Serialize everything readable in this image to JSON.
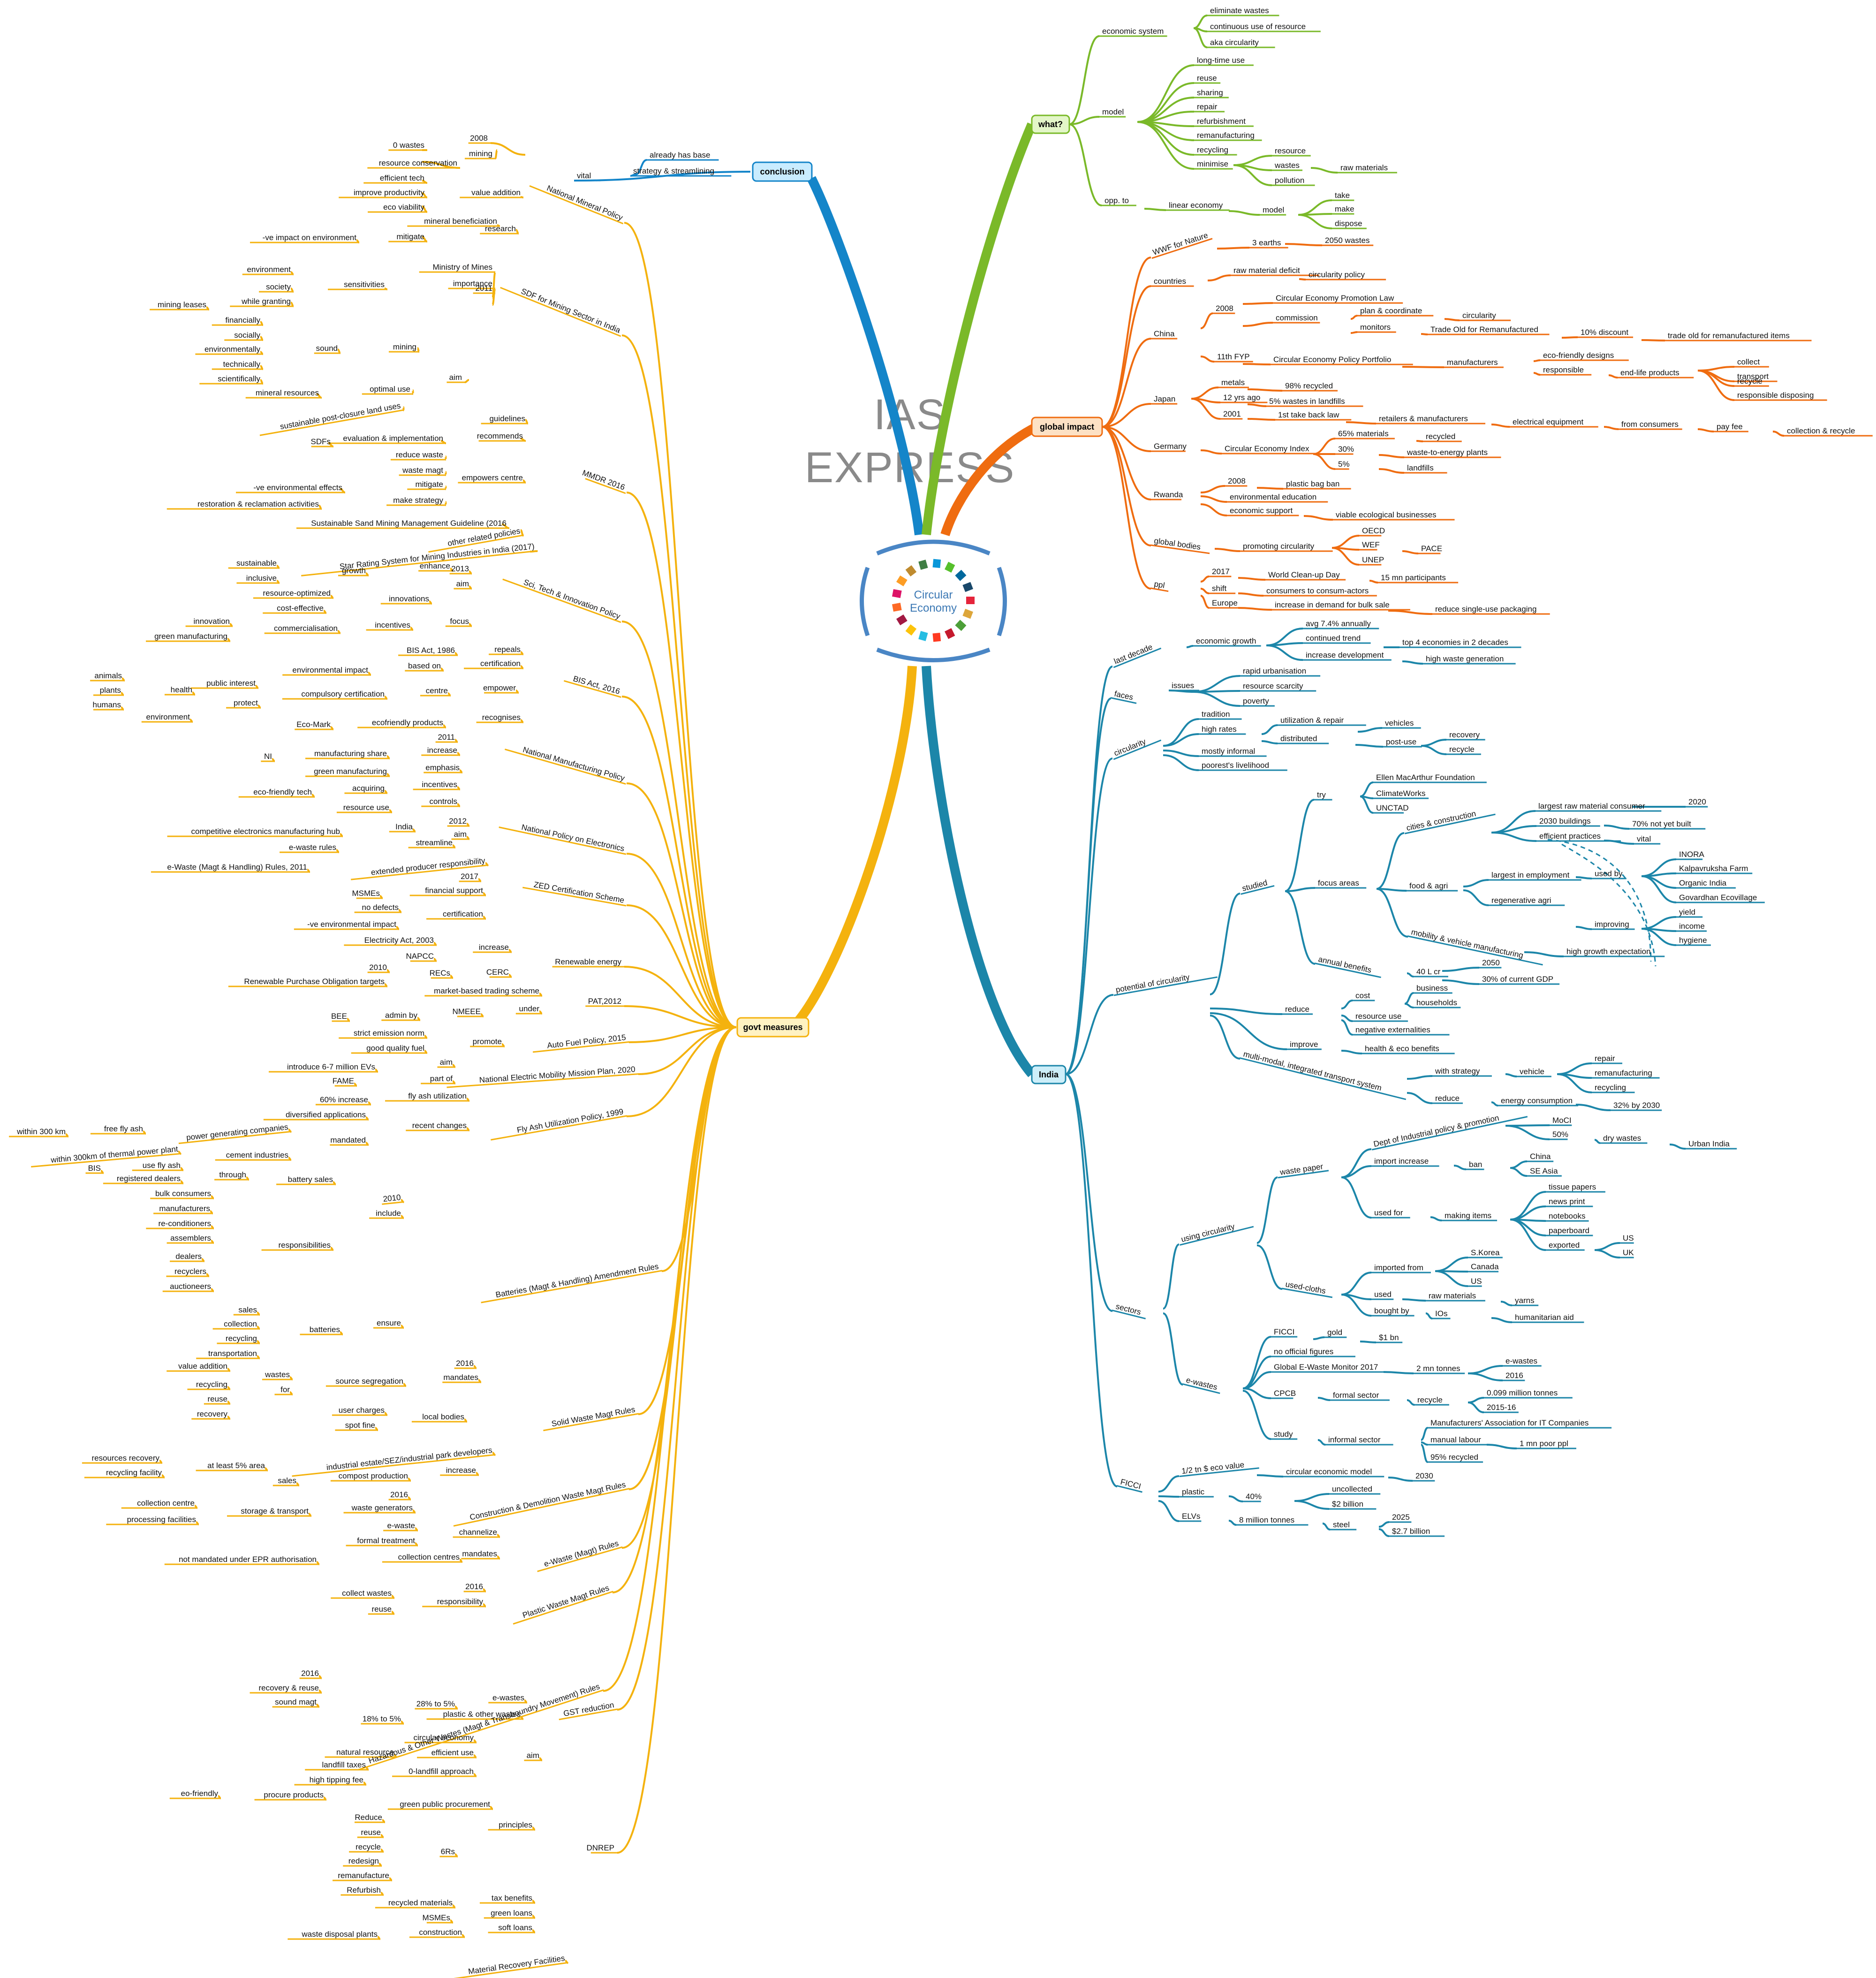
{
  "brand": {
    "line1": "IAS",
    "line2": "EXPRESS"
  },
  "center": {
    "line1": "Circular",
    "line2": "Economy"
  },
  "colors": {
    "what": "#7ab929",
    "global": "#ef6c10",
    "india": "#1c86a9",
    "govt": "#f4b20e",
    "conclusion": "#1485c9"
  },
  "hubs": {
    "what": "what?",
    "global": "global impact",
    "india": "India",
    "govt": "govt measures",
    "conclusion": "conclusion"
  },
  "labels": {
    "c1": "already has base",
    "c2": "vital",
    "c3": "strategy & streamlining",
    "w1": "economic system",
    "w2": "eliminate wastes",
    "w3": "continuous use of resource",
    "w4": "aka circularity",
    "w5": "model",
    "w6": "long-time use",
    "w7": "reuse",
    "w8": "sharing",
    "w9": "repair",
    "w10": "refurbishment",
    "w11": "remanufacturing",
    "w12": "recycling",
    "w13": "minimise",
    "w14": "resource",
    "w15": "wastes",
    "w16": "raw materials",
    "w17": "pollution",
    "w18": "opp. to",
    "w19": "linear economy",
    "w20": "model",
    "w21": "take",
    "w22": "make",
    "w23": "dispose",
    "g1": "WWF for Nature",
    "g2": "3 earths",
    "g3": "2050 wastes",
    "g4": "countries",
    "g5": "raw material deficit",
    "g6": "circularity policy",
    "g7": "China",
    "g8": "2008",
    "g9": "Circular Economy Promotion Law",
    "g10": "commission",
    "g11": "plan & coordinate",
    "g12": "circularity",
    "g13": "monitors",
    "g14": "Trade Old for Remanufactured",
    "g15": "10% discount",
    "g16": "trade old for remanufactured items",
    "g17": "11th FYP",
    "g18": "Circular Economy Policy Portfolio",
    "g19": "manufacturers",
    "g20": "eco-friendly designs",
    "g21": "responsible",
    "g22": "end-life products",
    "g23": "collect",
    "g24": "transport",
    "g25": "recycle",
    "g26": "responsible disposing",
    "g27": "Japan",
    "g28": "metals",
    "g29": "98% recycled",
    "g30": "12 yrs ago",
    "g31": "5% wastes in landfills",
    "g32": "2001",
    "g33": "1st take back law",
    "g34": "retailers & manufacturers",
    "g35": "electrical equipment",
    "g36": "from consumers",
    "g37": "pay fee",
    "g38": "collection & recycle",
    "g39": "Germany",
    "g40": "Circular Economy Index",
    "g41": "65% materials",
    "g42": "recycled",
    "g43": "30%",
    "g44": "waste-to-energy plants",
    "g45": "5%",
    "g46": "landfills",
    "g47": "Rwanda",
    "g48": "2008",
    "g49": "plastic bag ban",
    "g50": "environmental education",
    "g51": "economic support",
    "g52": "viable ecological businesses",
    "g53": "global bodies",
    "g54": "promoting circularity",
    "g55": "OECD",
    "g56": "WEF",
    "g57": "PACE",
    "g58": "UNEP",
    "g59": "ppl",
    "g60": "2017",
    "g61": "World Clean-up Day",
    "g62": "15 mn participants",
    "g63": "shift",
    "g64": "consumers to consum-actors",
    "g65": "Europe",
    "g66": "increase in demand for bulk sale",
    "g67": "reduce single-use packaging",
    "i1": "last decade",
    "i2": "economic growth",
    "i3": "avg 7.4% annually",
    "i4": "continued trend",
    "i5": "top 4 economies in 2 decades",
    "i6": "increase development",
    "i7": "high waste generation",
    "i8": "faces",
    "i9": "rapid urbanisation",
    "i10": "issues",
    "i11": "resource scarcity",
    "i12": "poverty",
    "i13": "circularity",
    "i14": "tradition",
    "i15": "high rates",
    "i16": "utilization & repair",
    "i17": "vehicles",
    "i18": "distributed",
    "i19": "post-use",
    "i20": "recovery",
    "i21": "recycle",
    "i22": "mostly informal",
    "i23": "poorest's livelihood",
    "i24": "potential of circularity",
    "i25": "studied",
    "i26": "try",
    "i27": "Ellen MacArthur Foundation",
    "i28": "ClimateWorks",
    "i29": "UNCTAD",
    "i30": "focus areas",
    "i31": "cities & construction",
    "i32": "largest raw material consumer",
    "i33": "2020",
    "i34": "2030 buildings",
    "i35": "70% not yet built",
    "i36": "efficient practices",
    "i37": "vital",
    "i38": "food & agri",
    "i39": "largest in employment",
    "i40": "used by",
    "i41": "INORA",
    "i42": "Kalpavruksha Farm",
    "i43": "Organic India",
    "i44": "Govardhan Ecovillage",
    "i45": "regenerative agri",
    "i46": "improving",
    "i47": "yield",
    "i48": "income",
    "i49": "hygiene",
    "i50": "mobility & vehicle manufacturing",
    "i51": "high growth expectation",
    "i52": "annual benefits",
    "i53": "2050",
    "i54": "40 L cr",
    "i55": "30% of current GDP",
    "i56": "reduce",
    "i57": "cost",
    "i58": "business",
    "i59": "households",
    "i60": "resource use",
    "i61": "negative externalities",
    "i62": "improve",
    "i63": "health & eco benefits",
    "i64": "multi-modal, integrated transport system",
    "i65": "with strategy",
    "i66": "vehicle",
    "i67": "repair",
    "i68": "remanufacturing",
    "i69": "recycling",
    "i70": "reduce",
    "i71": "energy consumption",
    "i72": "32% by 2030",
    "i73": "sectors",
    "i74": "using circularity",
    "i75": "waste paper",
    "i76": "Dept of Industrial policy & promotion",
    "i77": "MoCI",
    "i78": "50%",
    "i79": "dry wastes",
    "i80": "Urban India",
    "i81": "import increase",
    "i82": "ban",
    "i83": "China",
    "i84": "SE Asia",
    "i85": "used for",
    "i86": "making items",
    "i87": "tissue papers",
    "i88": "news print",
    "i89": "notebooks",
    "i90": "paperboard",
    "i91": "exported",
    "i92": "US",
    "i93": "UK",
    "i94": "used-cloths",
    "i95": "imported from",
    "i96": "S.Korea",
    "i97": "Canada",
    "i98": "US",
    "i99": "used",
    "i100": "raw materials",
    "i101": "yarns",
    "i102": "bought by",
    "i103": "IOs",
    "i104": "humanitarian aid",
    "i105": "e-wastes",
    "i106": "FICCI",
    "i107": "gold",
    "i108": "$1 bn",
    "i109": "no official figures",
    "i110": "Global E-Waste Monitor 2017",
    "i111": "2 mn tonnes",
    "i112": "e-wastes",
    "i113": "2016",
    "i114": "CPCB",
    "i115": "formal sector",
    "i116": "recycle",
    "i117": "0.099 million tonnes",
    "i118": "2015-16",
    "i119": "study",
    "i120": "informal sector",
    "i121": "Manufacturers' Association for IT Companies",
    "i122": "manual labour",
    "i123": "1 mn poor ppl",
    "i124": "95% recycled",
    "i125": "FICCI",
    "i126": "1/2 tn $ eco value",
    "i127": "circular economic model",
    "i128": "2030",
    "i129": "plastic",
    "i130": "40%",
    "i131": "uncollected",
    "i132": "$2 billion",
    "i133": "ELVs",
    "i134": "8 million tonnes",
    "i135": "steel",
    "i136": "2025",
    "i137": "$2.7 billion",
    "p1": "National Mineral Policy",
    "p2": "2008",
    "p3": "0 wastes",
    "p4": "mining",
    "p5": "resource conservation",
    "p6": "efficient tech",
    "p7": "value addition",
    "p8": "improve productivity",
    "p9": "eco viability",
    "p10": "mineral beneficiation",
    "p11": "research",
    "p12": "mitigate",
    "p13": "-ve impact on environment",
    "p14": "SDF for Mining Sector in India",
    "p15": "2011",
    "p16": "Ministry of Mines",
    "p17": "importance",
    "p18": "environment",
    "p19": "sensitivities",
    "p20": "society",
    "p21": "while granting",
    "p22": "mining leases",
    "p23": "financially",
    "p24": "socially",
    "p25": "sound",
    "p26": "mining",
    "p27": "environmentally",
    "p28": "technically",
    "p29": "scientifically",
    "p30": "aim",
    "p31": "mineral resources",
    "p32": "optimal use",
    "p33": "sustainable post-closure land uses",
    "p34": "MMDR 2016",
    "p35": "guidelines",
    "p36": "recommends",
    "p37": "SDFs",
    "p38": "evaluation & implementation",
    "p39": "reduce waste",
    "p40": "waste magt",
    "p41": "empowers centre",
    "p42": "mitigate",
    "p43": "-ve environmental effects",
    "p44": "make strategy",
    "p45": "restoration & reclamation activities",
    "p46": "Sustainable Sand Mining Management Guideline (2016",
    "p47": "other related policies",
    "p48": "Star Rating System for Mining Industries in India (2017)",
    "p49": "Sci, Tech & Innovation Policy",
    "p50": "2013",
    "p51": "enhance",
    "p52": "sustainable",
    "p53": "growth",
    "p54": "inclusive",
    "p55": "aim",
    "p56": "resource-optimized",
    "p57": "innovations",
    "p58": "cost-effective",
    "p59": "focus",
    "p60": "innovation",
    "p61": "commercialisation",
    "p62": "incentives",
    "p63": "green manufacturing",
    "p64": "BIS Act, 2016",
    "p65": "BIS Act, 1986",
    "p66": "repeals",
    "p67": "environmental impact",
    "p68": "based on",
    "p69": "certification",
    "p70": "animals",
    "p71": "public interest",
    "p72": "plants",
    "p73": "health",
    "p74": "humans",
    "p75": "compulsory certification",
    "p76": "centre",
    "p77": "empower",
    "p78": "protect",
    "p79": "environment",
    "p80": "Eco-Mark",
    "p81": "ecofriendly products",
    "p82": "recognises",
    "p83": "National Manufacturing Policy",
    "p84": "2011",
    "p85": "NI",
    "p86": "manufacturing share",
    "p87": "increase",
    "p88": "green manufacturing",
    "p89": "emphasis",
    "p90": "eco-friendly tech",
    "p91": "acquiring",
    "p92": "incentives",
    "p93": "resource use",
    "p94": "controls",
    "p95": "National Policy on Electronics",
    "p96": "India",
    "p97": "2012",
    "p98": "competitive electronics manufacturing hub",
    "p99": "aim",
    "p100": "e-waste rules",
    "p101": "streamline",
    "p102": "extended producer responsibility",
    "p103": "e-Waste (Magt & Handling) Rules, 2011",
    "p104": "ZED Certification Scheme",
    "p105": "2017",
    "p106": "MSMEs",
    "p107": "financial support",
    "p108": "no defects",
    "p109": "certification",
    "p110": "-ve environmental impact",
    "p111": "Renewable energy",
    "p112": "Electricity Act, 2003",
    "p113": "increase",
    "p114": "NAPCC",
    "p115": "2010",
    "p116": "RECs",
    "p117": "CERC",
    "p118": "Renewable Purchase Obligation targets",
    "p119": "PAT,2012",
    "p120": "market-based trading scheme",
    "p121": "BEE",
    "p122": "admin by",
    "p123": "NMEEE",
    "p124": "under",
    "p125": "Auto Fuel Policy, 2015",
    "p126": "strict emission norm",
    "p127": "promote",
    "p128": "good quality fuel",
    "p129": "National Electric Mobility Mission Plan, 2020",
    "p130": "introduce 6-7 million EVs",
    "p131": "aim",
    "p132": "FAME",
    "p133": "part of",
    "p134": "Fly Ash Utilization Policy, 1999",
    "p135": "60% increase",
    "p136": "fly ash utilization",
    "p137": "diversified applications",
    "p138": "recent changes",
    "p139": "power generating companies",
    "p140": "within 300 km",
    "p141": "free fly ash",
    "p142": "mandated",
    "p143": "within 300km of thermal power plant",
    "p144": "cement industries",
    "p145": "BIS",
    "p146": "use fly ash",
    "p147": "Batteries (Magt & Handling) Amendment Rules",
    "p148": "registered dealers",
    "p149": "through",
    "p150": "battery sales",
    "p151": "2010",
    "p152": "bulk consumers",
    "p153": "include",
    "p154": "manufacturers",
    "p155": "re-conditioners",
    "p156": "assemblers",
    "p157": "responsibilities",
    "p158": "dealers",
    "p159": "recyclers",
    "p160": "auctioneers",
    "p161": "sales",
    "p162": "collection",
    "p163": "batteries",
    "p164": "ensure",
    "p165": "recycling",
    "p166": "transportation",
    "p167": "Solid Waste Magt Rules",
    "p168": "2016",
    "p169": "value addition",
    "p170": "wastes",
    "p171": "mandates",
    "p172": "source segregation",
    "p173": "recycling",
    "p174": "for",
    "p175": "reuse",
    "p176": "recovery",
    "p177": "user charges",
    "p178": "local bodies",
    "p179": "spot fine",
    "p180": "resources recovery",
    "p181": "industrial estate/SEZ/industrial park developers",
    "p182": "at least 5% area",
    "p183": "recycling facility",
    "p184": "sales",
    "p185": "compost production",
    "p186": "increase",
    "p187": "Construction & Demolition Waste Magt Rules",
    "p188": "2016",
    "p189": "collection centre",
    "p190": "storage & transport",
    "p191": "waste generators",
    "p192": "processing facilities",
    "p193": "e-Waste (Magt) Rules",
    "p194": "e-waste",
    "p195": "channelize",
    "p196": "formal treatment",
    "p197": "not mandated under EPR authorisation",
    "p198": "collection centres",
    "p199": "mandates",
    "p200": "Plastic Waste Magt Rules",
    "p201": "2016",
    "p202": "collect wastes",
    "p203": "responsibility",
    "p204": "reuse",
    "p205": "Hazardous & Other Wastes (Magt & Transboundry Movement) Rules",
    "p206": "2016",
    "p207": "recovery & reuse",
    "p208": "sound magt",
    "p209": "GST reduction",
    "p210": "28% to 5%",
    "p211": "e-wastes",
    "p212": "18% to 5%",
    "p213": "plastic & other wastes",
    "p214": "DNREP",
    "p215": "circular economy",
    "p216": "natural resource",
    "p217": "efficient use",
    "p218": "aim",
    "p219": "landfill taxes",
    "p220": "0-landfill approach",
    "p221": "high tipping fee",
    "p222": "eo-friendly",
    "p223": "procure products",
    "p224": "green public procurement",
    "p225": "Reduce",
    "p226": "principles",
    "p227": "reuse",
    "p228": "recycle",
    "p229": "6Rs",
    "p230": "redesign",
    "p231": "remanufacture",
    "p232": "Refurbish",
    "p233": "recycled materials",
    "p234": "tax benefits",
    "p235": "MSMEs",
    "p236": "green loans",
    "p237": "waste disposal plants",
    "p238": "construction",
    "p239": "soft loans",
    "p240": "Material Recovery Facilities"
  }
}
